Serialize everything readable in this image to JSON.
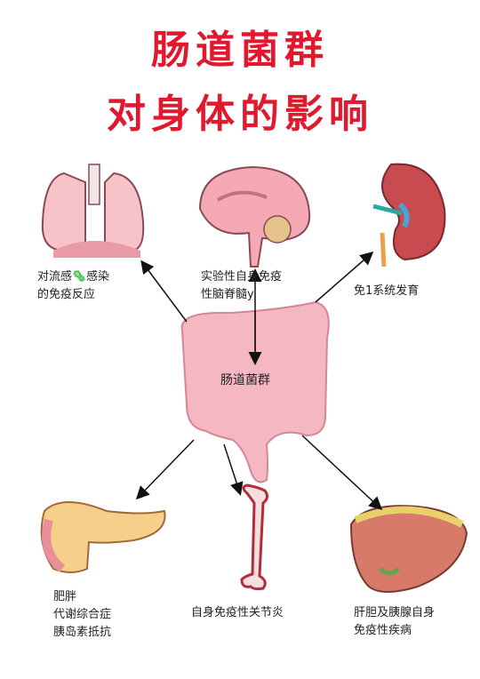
{
  "title_line1": "肠道菌群",
  "title_line2": "对身体的影响",
  "center_label": "肠道菌群",
  "labels": {
    "lungs": "对流感🦠感染\n的免疫反应",
    "brain": "实验性自身免疫\n性脑脊髓y",
    "kidney": "免1系统发育",
    "pancreas": "肥胖\n代谢综合症\n胰岛素抵抗",
    "bone": "自身免疫性关节炎",
    "liver": "肝胆及胰腺自身\n免疫性疾病"
  },
  "colors": {
    "title": "#e0192e",
    "intestine": "#f5b7c2",
    "arrow": "#111111"
  }
}
